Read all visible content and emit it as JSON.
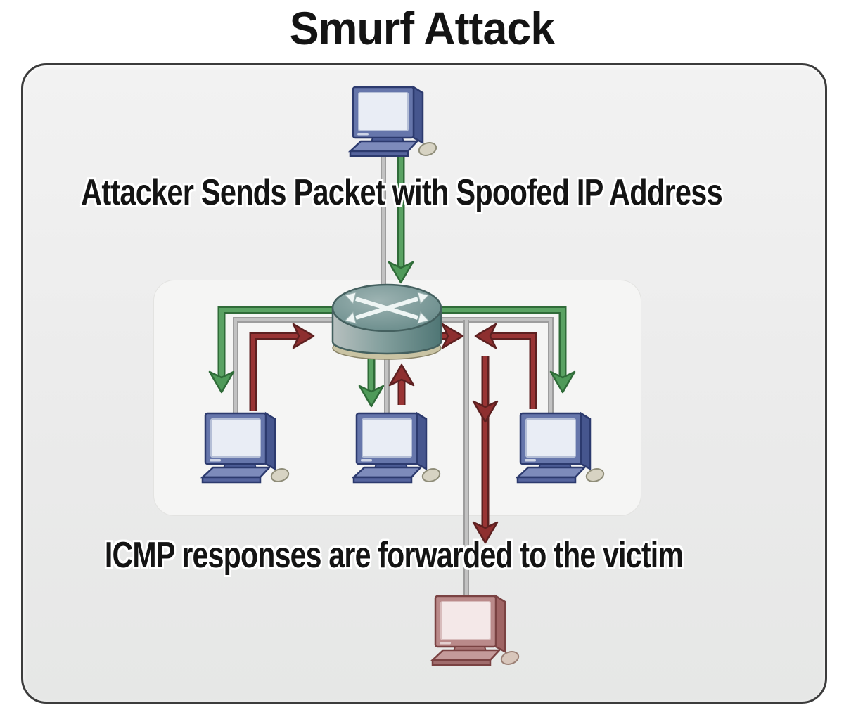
{
  "title": "Smurf Attack",
  "diagram": {
    "caption_top": "Attacker Sends Packet with Spoofed IP Address",
    "caption_bottom": "ICMP responses are forwarded to the victim",
    "nodes": {
      "attacker": "computer-icon",
      "broadcast_router": "router-icon",
      "amplifier_hosts": [
        "computer-icon",
        "computer-icon",
        "computer-icon"
      ],
      "victim": "computer-icon-red"
    },
    "colors": {
      "green": "#4f9a59",
      "green_dark": "#2f6b38",
      "red": "#8e2f2f",
      "red_dark": "#5d2020",
      "link": "#b5b5b5",
      "panel_border": "#3c3c3c",
      "inner_bg": "#f5f5f4",
      "text": "#141414",
      "host_blue": "#6676ab",
      "victim_red": "#ba8a8a",
      "router_teal": "#6f9190"
    }
  }
}
